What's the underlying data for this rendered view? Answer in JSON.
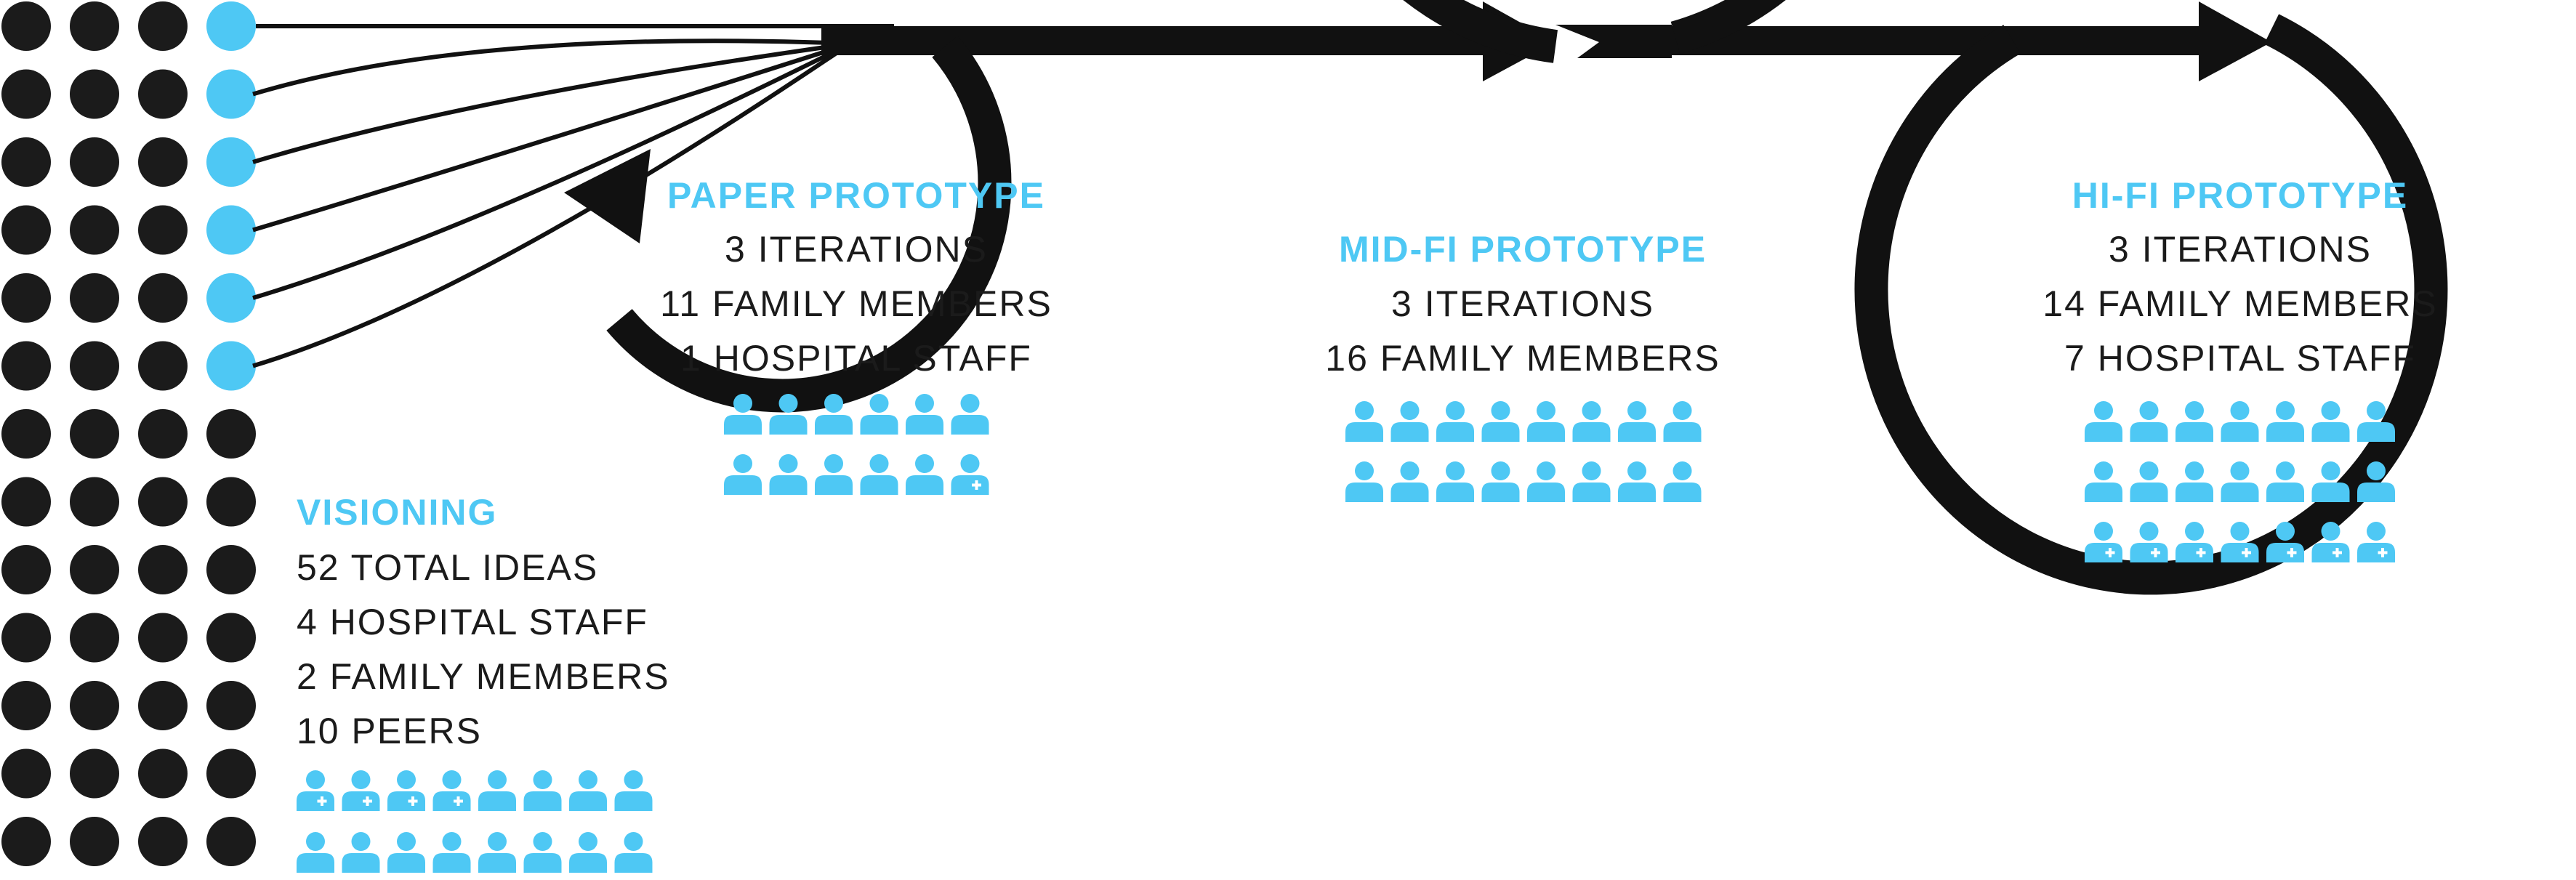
{
  "colors": {
    "accent": "#4ec8f4",
    "ink": "#111111",
    "dot": "#1b1b1b"
  },
  "icons": {
    "person": "person-icon",
    "staff": "person-medical-cross-icon"
  },
  "visioning": {
    "title": "VISIONING",
    "lines": [
      "52 TOTAL IDEAS",
      "4 HOSPITAL STAFF",
      "2 FAMILY MEMBERS",
      "10 PEERS"
    ],
    "total_ideas": 52,
    "highlighted_ideas": 6
  },
  "stages": [
    {
      "title": "PAPER PROTOTYPE",
      "lines": [
        "3 ITERATIONS",
        "11 FAMILY MEMBERS",
        "1 HOSPITAL STAFF"
      ],
      "family": 11,
      "staff": 1
    },
    {
      "title": "MID-FI PROTOTYPE",
      "lines": [
        "3 ITERATIONS",
        "16 FAMILY MEMBERS"
      ],
      "family": 16,
      "staff": 0
    },
    {
      "title": "HI-FI PROTOTYPE",
      "lines": [
        "3 ITERATIONS",
        "14 FAMILY MEMBERS",
        "7 HOSPITAL STAFF"
      ],
      "family": 14,
      "staff": 7
    }
  ]
}
